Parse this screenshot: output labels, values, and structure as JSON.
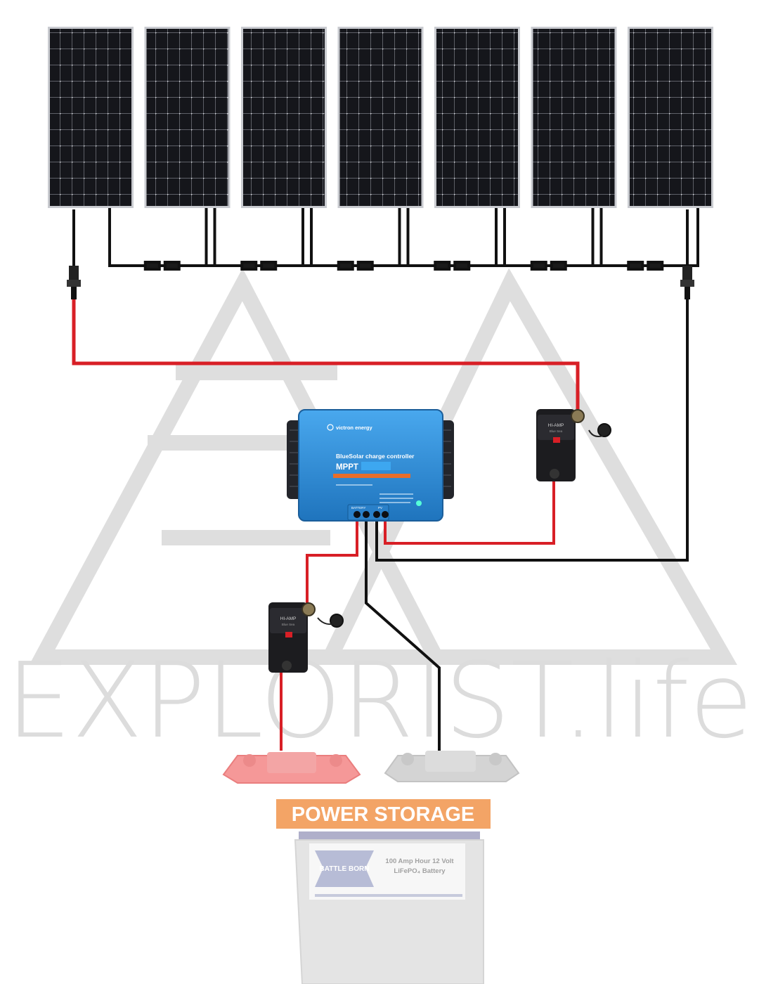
{
  "watermark": {
    "text": "EXPLORIST.life"
  },
  "solar_array": {
    "panel_count": 7,
    "wiring": "series"
  },
  "charge_controller": {
    "brand": "victron energy",
    "title": "BlueSolar charge controller",
    "model": "MPPT",
    "terminal_labels": [
      "BATTERY",
      "PV"
    ]
  },
  "breakers": [
    {
      "name": "pv-breaker",
      "label": "HI-AMP",
      "sub": "Blue Sea"
    },
    {
      "name": "battery-breaker",
      "label": "HI-AMP",
      "sub": "Blue Sea"
    }
  ],
  "power_storage": {
    "label": "POWER STORAGE",
    "battery_brand": "BATTLE BORN",
    "battery_title_line1": "100 Amp Hour 12 Volt",
    "battery_title_line2": "LiFePO₄ Battery"
  },
  "colors": {
    "positive_wire": "#d81f26",
    "negative_wire": "#111111",
    "controller_blue": "#2f8fd8",
    "label_orange": "#f3a466",
    "watermark_gray": "#d6d6d6"
  }
}
